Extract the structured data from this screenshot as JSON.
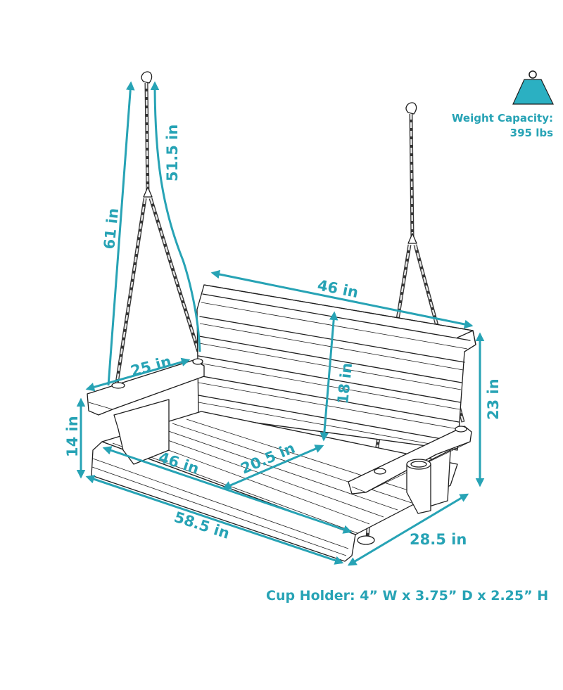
{
  "colors": {
    "accent": "#27a3b5",
    "line": "#1e1e1e",
    "background": "#ffffff"
  },
  "weight_capacity": {
    "icon": "weight-icon",
    "label": "Weight Capacity:",
    "value": "395 lbs"
  },
  "dimensions": {
    "chain_total_height": "61 in",
    "chain_upper_length": "51.5 in",
    "backrest_width": "46 in",
    "armrest_length": "25 in",
    "backrest_height": "18 in",
    "overall_height": "23 in",
    "seat_height": "14 in",
    "seat_width": "46 in",
    "seat_depth": "20.5 in",
    "overall_width": "58.5 in",
    "overall_depth": "28.5 in"
  },
  "cup_holder": {
    "text": "Cup Holder: 4” W x 3.75” D x 2.25” H"
  }
}
